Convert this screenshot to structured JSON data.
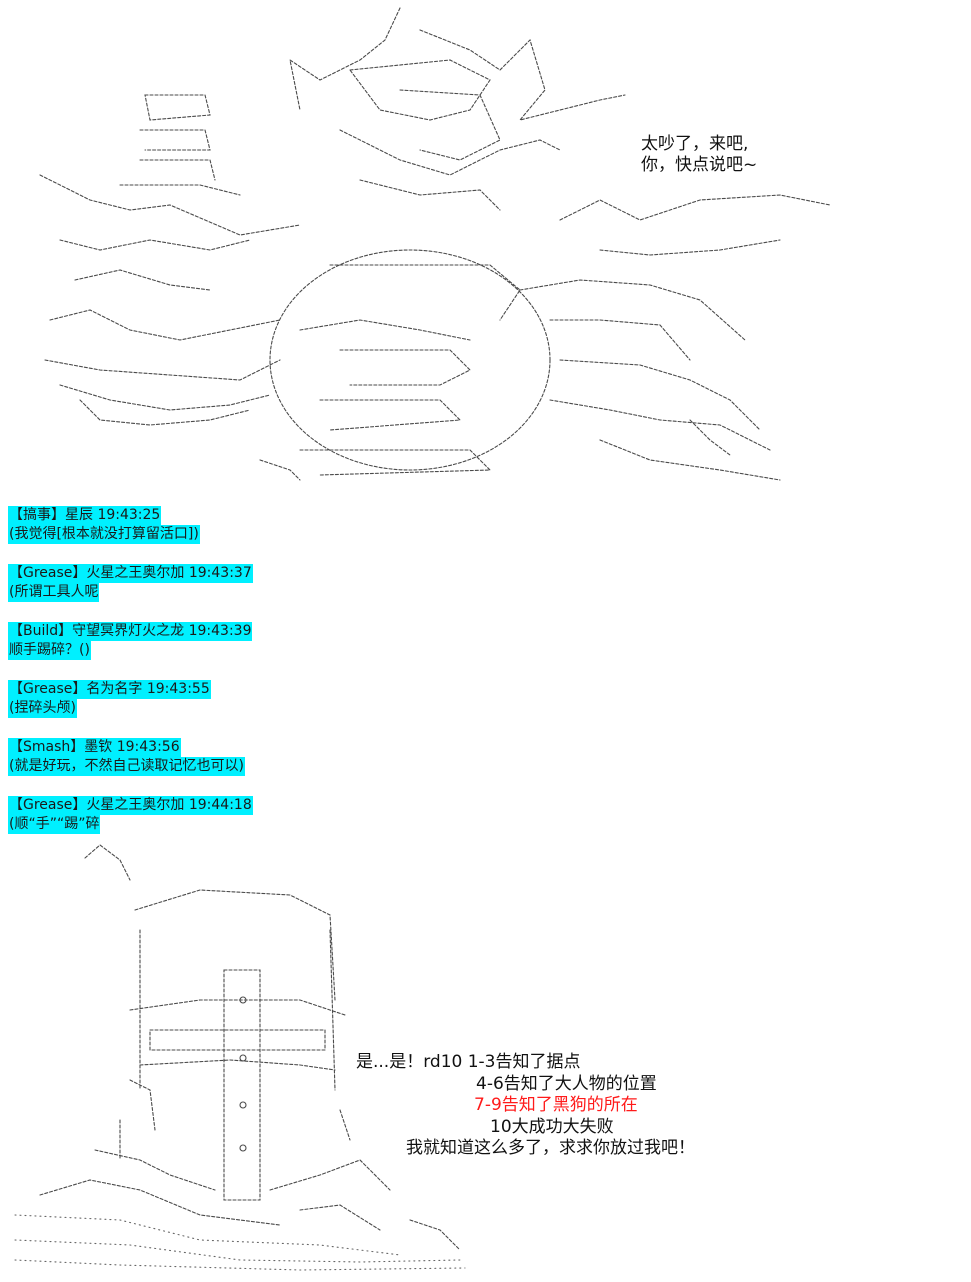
{
  "top_speech": {
    "line1": "太吵了，来吧,",
    "line2": "你，快点说吧~"
  },
  "chat_log": [
    {
      "header": "【搞事】星辰 19:43:25",
      "message": "(我觉得[根本就没打算留活口])"
    },
    {
      "header": "【Grease】火星之王奥尔加 19:43:37",
      "message": "(所谓工具人呢"
    },
    {
      "header": "【Build】守望冥界灯火之龙 19:43:39",
      "message": "顺手踢碎？()"
    },
    {
      "header": "【Grease】名为名字 19:43:55",
      "message": "(捏碎头颅)"
    },
    {
      "header": "【Smash】墨钦 19:43:56",
      "message": "(就是好玩，不然自己读取记忆也可以)"
    },
    {
      "header": "【Grease】火星之王奥尔加 19:44:18",
      "message": "(顺“手”“踢”碎"
    }
  ],
  "bottom_speech": {
    "line1": "是...是！rd10 1-3告知了据点",
    "line2": "4-6告知了大人物的位置",
    "line3": "7-9告知了黑狗的所在",
    "line4": "10大成功大失败",
    "line5": "我就知道这么多了，求求你放过我吧！"
  },
  "colors": {
    "chat_highlight": "#00f0ff",
    "text": "#1a1a1a",
    "red_text": "#ff1a1a"
  }
}
